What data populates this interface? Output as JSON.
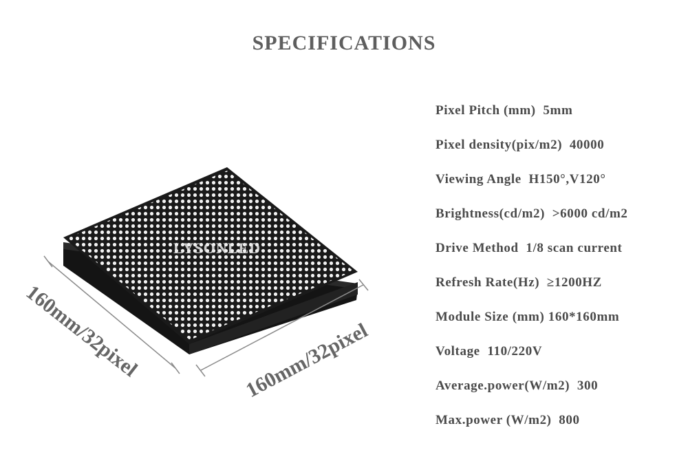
{
  "title": "SPECIFICATIONS",
  "product": {
    "brand_watermark": "LYSONLED",
    "dimension_left": "160mm/32pixel",
    "dimension_right": "160mm/32pixel",
    "colors": {
      "panel": "#1c1c1c",
      "led": "#f2f2f2",
      "dim_line": "#8a8a8a"
    }
  },
  "specs": [
    "Pixel Pitch (mm)  5mm",
    "Pixel density(pix/m2)  40000",
    "Viewing Angle  H150°,V120°",
    "Brightness(cd/m2)  >6000 cd/m2",
    "Drive Method  1/8 scan current",
    "Refresh Rate(Hz)  ≥1200HZ",
    "Module Size (mm) 160*160mm",
    "Voltage  110/220V",
    "Average.power(W/m2)  300",
    "Max.power (W/m2)  800"
  ]
}
